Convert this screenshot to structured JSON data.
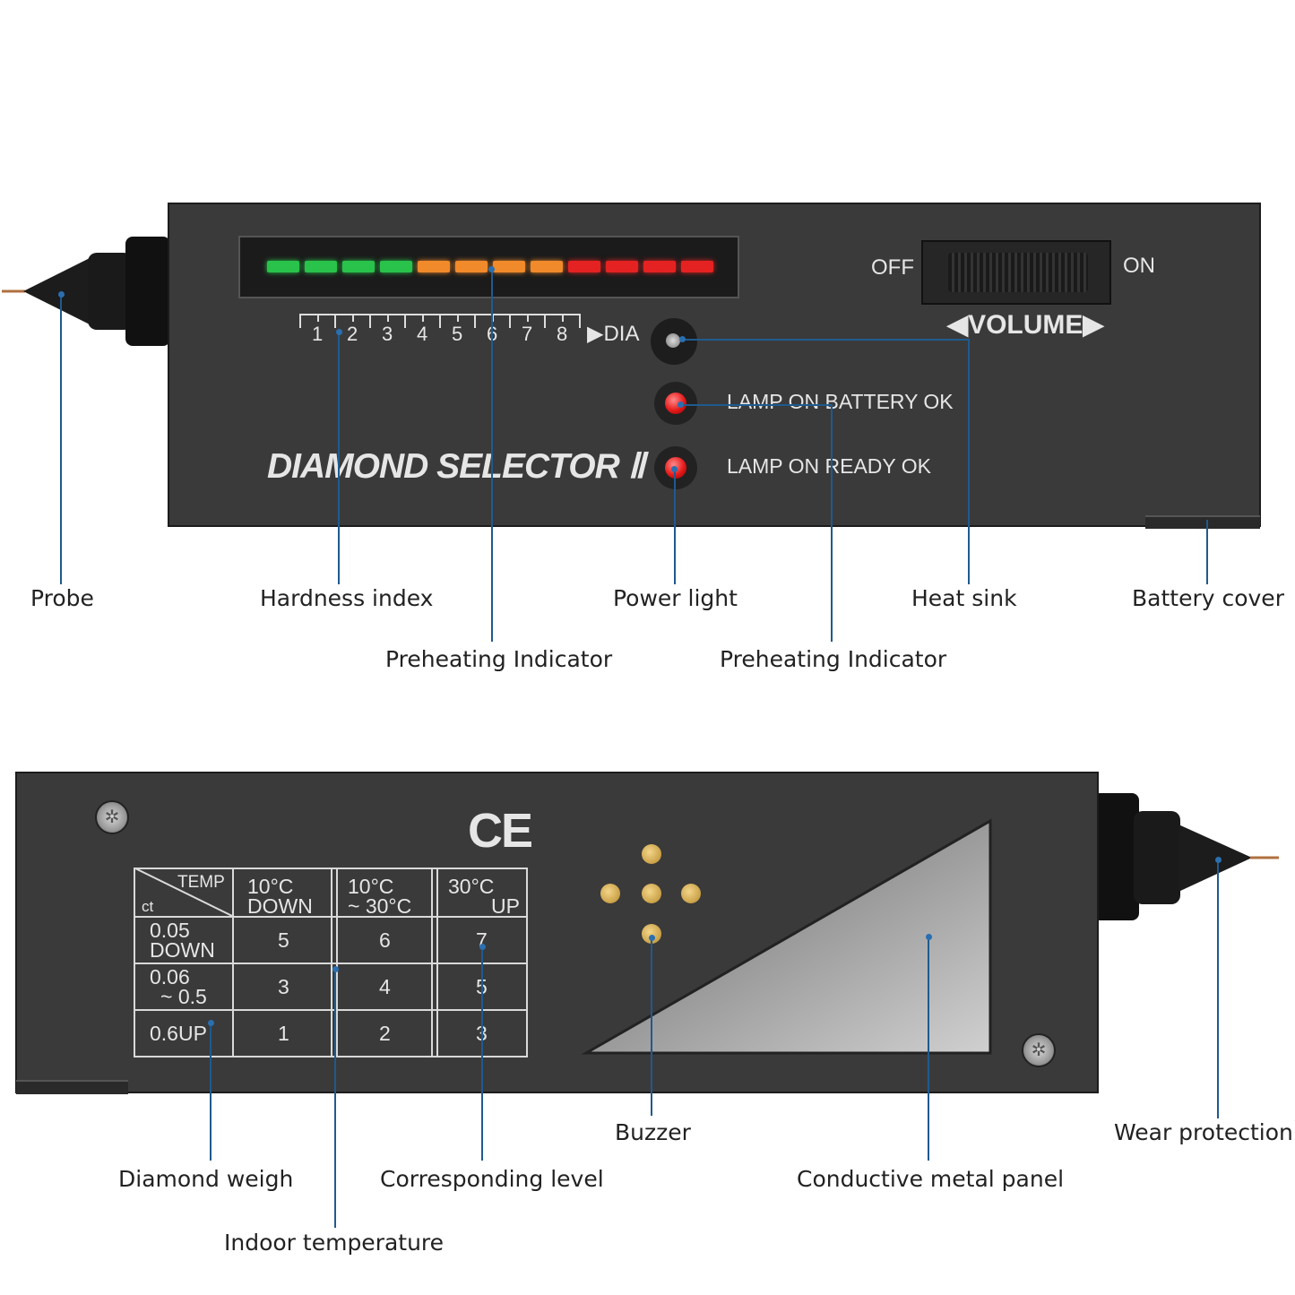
{
  "front": {
    "scale_numbers": [
      "1",
      "2",
      "3",
      "4",
      "5",
      "6",
      "7",
      "8"
    ],
    "scale_end": "▶DIA",
    "switch_off": "OFF",
    "switch_on": "ON",
    "volume_label": "◀VOLUME▶",
    "lamp_battery": "LAMP ON BATTERY OK",
    "lamp_ready": "LAMP ON READY OK",
    "brand": "DIAMOND SELECTOR Ⅱ",
    "led_colors": [
      "#29c24a",
      "#29c24a",
      "#29c24a",
      "#29c24a",
      "#f08a2a",
      "#f08a2a",
      "#f08a2a",
      "#f08a2a",
      "#e52222",
      "#e52222",
      "#e52222",
      "#e52222"
    ]
  },
  "back": {
    "ce_mark": "CE",
    "table": {
      "corner_temp": "TEMP",
      "corner_ct": "ct",
      "col1": [
        "10°C",
        "DOWN"
      ],
      "col2": [
        "10°C",
        "~ 30°C"
      ],
      "col3": [
        "30°C",
        "UP"
      ],
      "row1": [
        "0.05",
        "DOWN"
      ],
      "row2": [
        "0.06",
        "~ 0.5"
      ],
      "row3": "0.6UP",
      "values": [
        [
          "5",
          "6",
          "7"
        ],
        [
          "3",
          "4",
          "5"
        ],
        [
          "1",
          "2",
          "3"
        ]
      ]
    }
  },
  "labels": {
    "probe": "Probe",
    "hardness_index": "Hardness index",
    "preheating_1": "Preheating Indicator",
    "power_light": "Power light",
    "preheating_2": "Preheating Indicator",
    "heat_sink": "Heat sink",
    "battery_cover": "Battery cover",
    "diamond_weigh": "Diamond weigh",
    "indoor_temperature": "Indoor temperature",
    "corresponding_level": "Corresponding level",
    "buzzer": "Buzzer",
    "conductive_panel": "Conductive metal panel",
    "wear_protection": "Wear protection"
  }
}
